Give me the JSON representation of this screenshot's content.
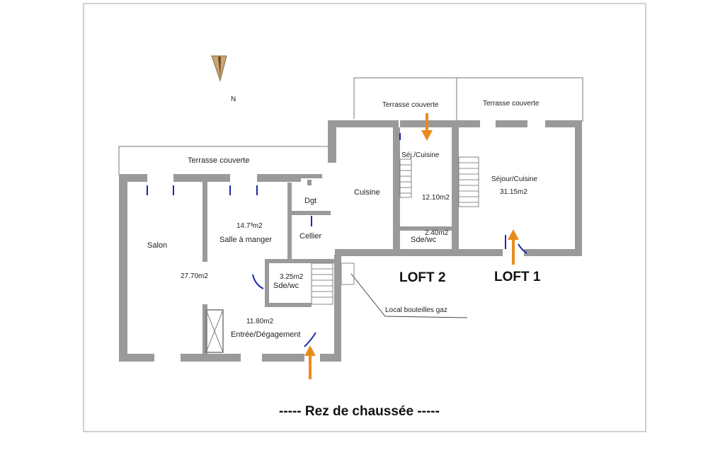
{
  "compass": {
    "label": "N",
    "icon": "north-arrow-icon"
  },
  "rooms": {
    "terrasse_left": "Terrasse couverte",
    "terrasse_mid": "Terrasse couverte",
    "terrasse_right": "Terrasse couverte",
    "salon": "Salon",
    "salon_area": "27.70m2",
    "salle": "Salle à manger",
    "salle_area": "14.7³m2",
    "dgt": "Dgt",
    "cellier": "Cellier",
    "cuisine": "Cuisine",
    "sejcuisine2": "Séj./Cuisine",
    "loft2_area": "12.10m2",
    "sde_loft2": "Sde/wc",
    "sde_loft2_area": "2.40m2",
    "sejour1": "Séjour/Cuisine",
    "sejour1_area": "31.15m2",
    "sde_main": "Sde/wc",
    "sde_main_area": "3.25m2",
    "entree": "Entrée/Dégagement",
    "entree_area": "11.80m2",
    "local_gaz": "Local bouteilles gaz"
  },
  "lofts": {
    "loft2": "LOFT 2",
    "loft1": "LOFT 1"
  },
  "footer": {
    "title": "-----  Rez de chaussée  -----"
  },
  "colors": {
    "wall": "#9a9a9a",
    "door": "#1b2aa8",
    "arrow": "#e88b1f",
    "frame": "#b0b0b0"
  }
}
